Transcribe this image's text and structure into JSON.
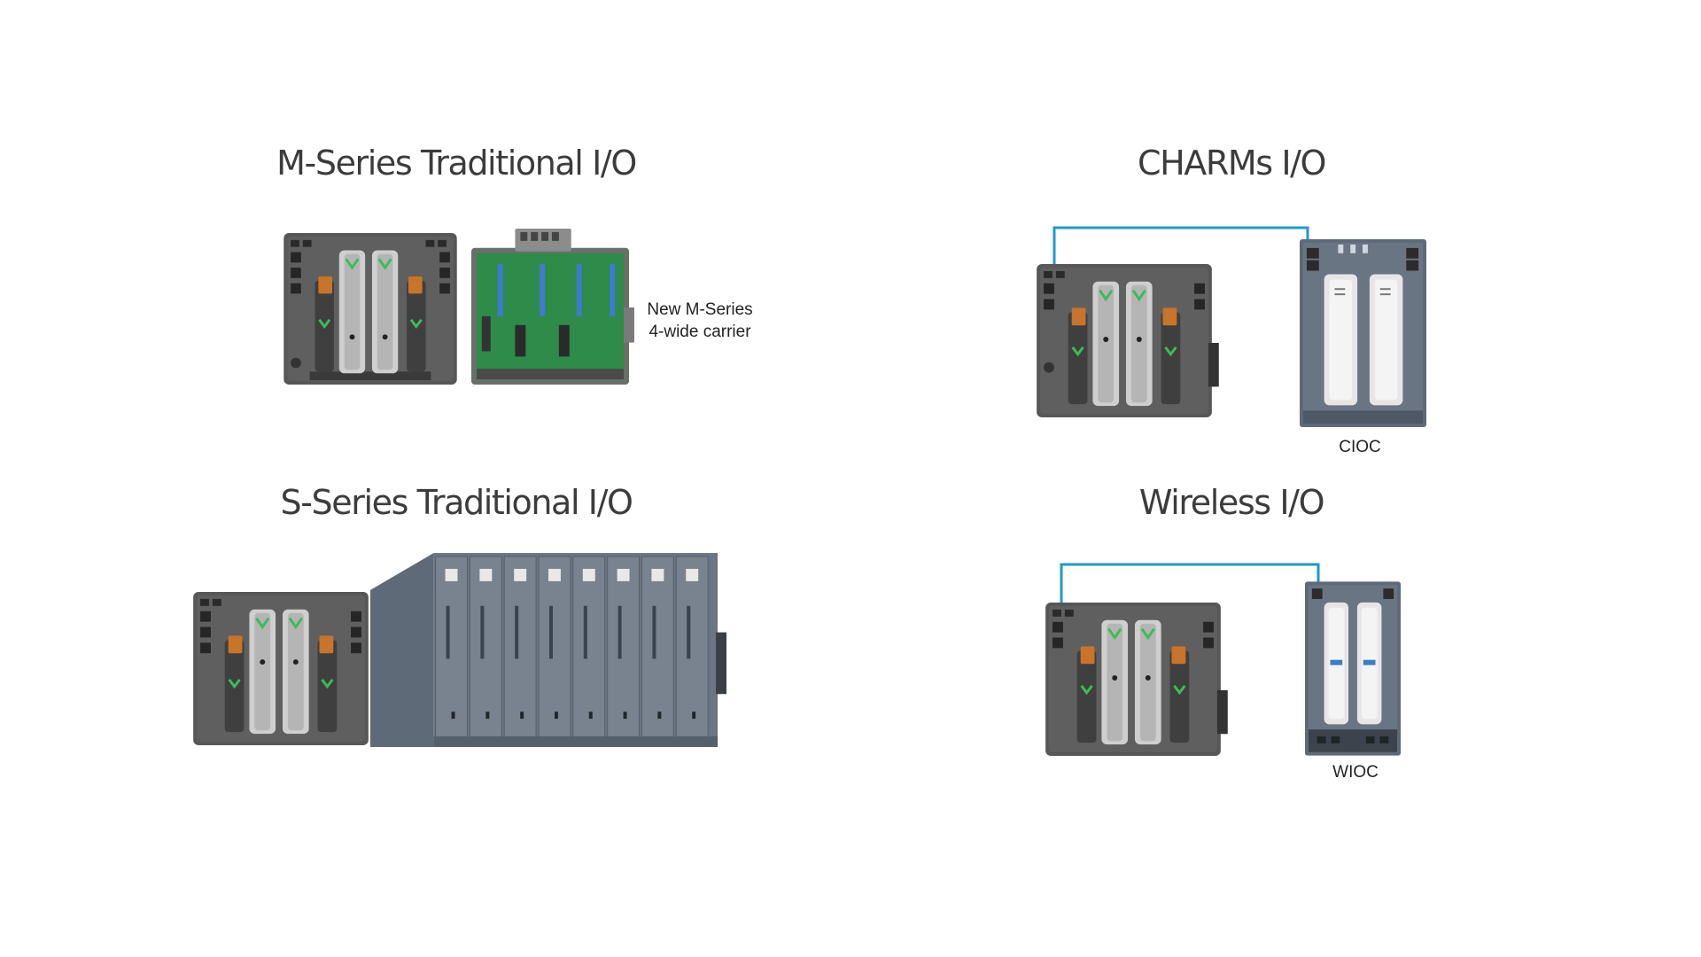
{
  "sections": {
    "m_series": {
      "title": "M-Series Traditional I/O",
      "carrier_caption_line1": "New M-Series",
      "carrier_caption_line2": "4-wide carrier"
    },
    "charms": {
      "title": "CHARMs I/O",
      "device_caption": "CIOC"
    },
    "s_series": {
      "title": "S-Series Traditional I/O"
    },
    "wireless": {
      "title": "Wireless I/O",
      "device_caption": "WIOC"
    }
  },
  "colors": {
    "background": "#ffffff",
    "title_text": "#3c3c3c",
    "controller_body": "#5a5a5a",
    "module_silver": "#c9c9c9",
    "accent_orange": "#c8742a",
    "accent_green": "#3dbb5a",
    "pcb_green": "#2e8b4a",
    "network_cable": "#1e9bc4",
    "io_rail_gray": "#5f6a78"
  }
}
